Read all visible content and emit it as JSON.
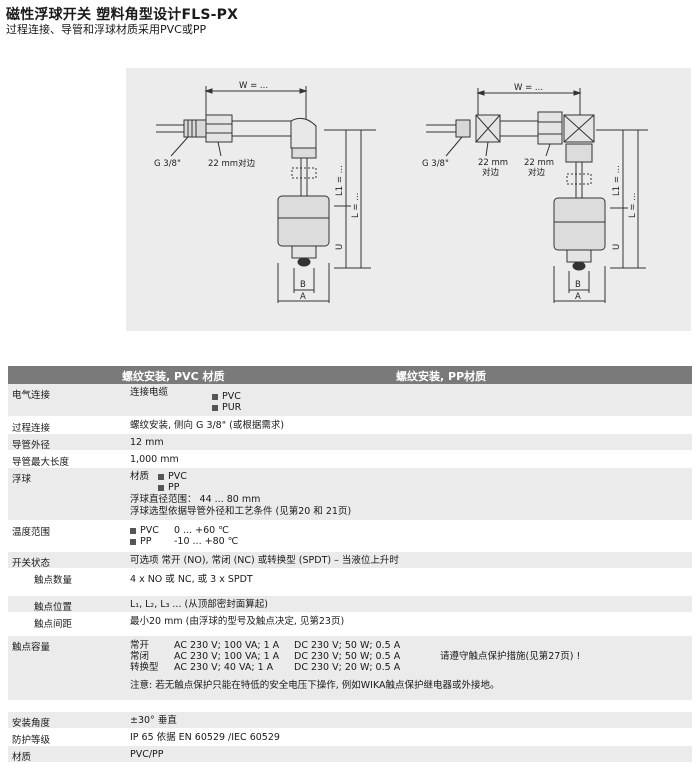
{
  "header": {
    "title": "磁性浮球开关 塑料角型设计FLS-PX",
    "subtitle": "过程连接、导管和浮球材质采用PVC或PP"
  },
  "figure": {
    "left": {
      "w_label": "W = ...",
      "thread_label": "G 3/8\"",
      "flat_label": "22 mm对边",
      "l1_label": "L1 = ...",
      "l_label": "L = ...",
      "u_label": "U",
      "b_label": "B",
      "a_label": "A"
    },
    "right": {
      "w_label": "W = ...",
      "thread_label": "G 3/8\"",
      "flat1_label_a": "22 mm",
      "flat1_label_b": "对边",
      "flat2_label_a": "22 mm",
      "flat2_label_b": "对边",
      "l1_label": "L1 = ...",
      "l_label": "L = ...",
      "u_label": "U",
      "b_label": "B",
      "a_label": "A"
    }
  },
  "spec": {
    "col1_header": "螺纹安装, PVC 材质",
    "col2_header": "螺纹安装, PP材质",
    "rows": {
      "electrical": {
        "key": "电气连接",
        "value": "连接电缆",
        "opt1": "PVC",
        "opt2": "PUR"
      },
      "process": {
        "key": "过程连接",
        "value": "螺纹安装, 侧向 G 3/8\" (或根据需求)"
      },
      "tube_dia": {
        "key": "导管外径",
        "value": "12 mm"
      },
      "tube_len": {
        "key": "导管最大长度",
        "value": "1,000 mm"
      },
      "float": {
        "key": "浮球",
        "material_label": "材质",
        "opt1": "PVC",
        "opt2": "PP",
        "line3": "浮球直径范围： 44 ... 80 mm",
        "line4": "浮球选型依据导管外径和工艺条件 (见第20 和 21页)"
      },
      "temp": {
        "key": "温度范围",
        "opt1": "PVC",
        "opt1_val": "0 ... +60 ℃",
        "opt2": "PP",
        "opt2_val": "-10 ... +80 ℃"
      },
      "switch_state": {
        "key": "开关状态",
        "value": "可选项 常开 (NO), 常闭 (NC) 或转换型    (SPDT)  – 当液位上升时"
      },
      "contact_count": {
        "key": "触点数量",
        "value": "4 x NO 或 NC, 或 3 x SPDT"
      },
      "contact_pos": {
        "key": "触点位置",
        "value": "L₁, L₂, L₃ ... (从顶部密封面算起)"
      },
      "contact_dist": {
        "key": "触点间距",
        "value": "最小20 mm (由浮球的型号及触点决定, 见第23页)"
      },
      "rating": {
        "key": "触点容量",
        "types": [
          "常开",
          "常闭",
          "转换型"
        ],
        "ac": [
          "AC 230 V; 100 VA; 1 A",
          "AC 230 V; 100 VA; 1 A",
          "AC 230 V; 40 VA; 1 A"
        ],
        "dc": [
          "DC 230 V; 50 W; 0.5 A",
          "DC 230 V; 50 W; 0.5 A",
          "DC 230 V; 20 W; 0.5 A"
        ],
        "note_right": "请遵守触点保护措施(见第27页) !",
        "note": "注意: 若无触点保护只能在特低的安全电压下操作, 例如WIKA触点保护继电器或外接地。"
      },
      "angle": {
        "key": "安装角度",
        "value": "±30° 垂直"
      },
      "protection": {
        "key": "防护等级",
        "value": "IP 65 依据 EN 60529 /IEC 60529"
      },
      "material": {
        "key": "材质",
        "value": "PVC/PP"
      }
    }
  }
}
